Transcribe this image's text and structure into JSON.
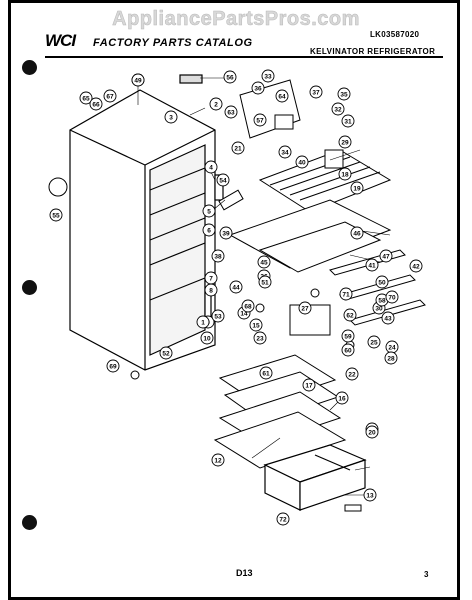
{
  "watermark": "AppliancePartsPros.com",
  "header": {
    "logo": "WCI",
    "catalog_title": "FACTORY PARTS CATALOG",
    "model_number": "LK03587020",
    "brand_line": "KELVINATOR REFRIGERATOR"
  },
  "footer": {
    "page_code": "D13",
    "page_number": "3"
  },
  "callouts": [
    "48",
    "2",
    "4",
    "5",
    "6",
    "7",
    "8",
    "9",
    "10",
    "11",
    "12",
    "13",
    "14",
    "15",
    "16",
    "17",
    "18",
    "19",
    "20",
    "21",
    "22",
    "23",
    "24",
    "25",
    "26",
    "27",
    "28",
    "29",
    "30",
    "31",
    "32",
    "33",
    "34",
    "35",
    "36",
    "37",
    "38",
    "39",
    "40",
    "41",
    "42",
    "43",
    "44",
    "45",
    "46",
    "47",
    "49",
    "50",
    "51",
    "52",
    "53",
    "54",
    "55",
    "56",
    "57",
    "58",
    "59",
    "60",
    "61",
    "62",
    "63",
    "64",
    "65",
    "66",
    "67",
    "68",
    "1",
    "3",
    "69",
    "70",
    "71",
    "72"
  ]
}
